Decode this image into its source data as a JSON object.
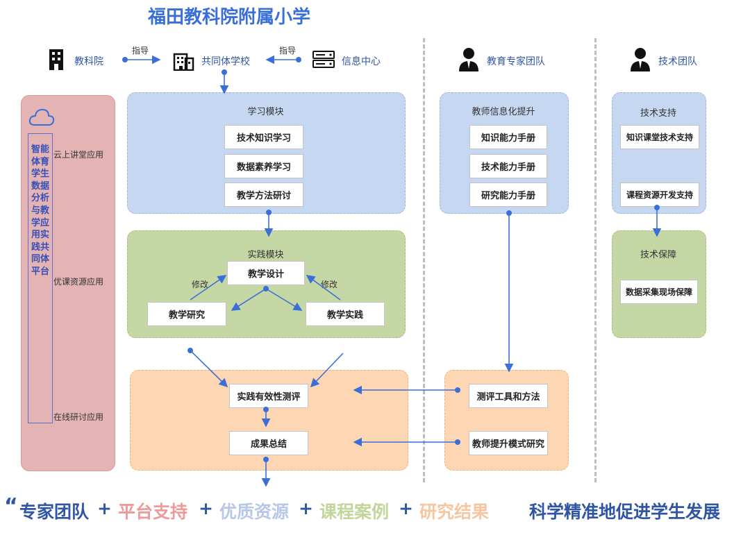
{
  "title": "福田教科院附属小学",
  "header": {
    "jiaokeyuan": "教科院",
    "gongtongti": "共同体学校",
    "xinxi": "信息中心",
    "guide_left": "指导",
    "guide_right": "指导",
    "expert_team": "教育专家团队",
    "tech_team": "技术团队"
  },
  "platform": {
    "title": "智能体育学生数据分析与教学应用实践共同体平台",
    "app1": "云上讲堂应用",
    "app2": "优课资源应用",
    "app3": "在线研讨应用"
  },
  "study": {
    "title": "学习模块",
    "items": [
      "技术知识学习",
      "数据素养学习",
      "教学方法研讨"
    ]
  },
  "practice": {
    "title": "实践模块",
    "design": "教学设计",
    "research": "教学研究",
    "practice": "教学实践",
    "modify_left": "修改",
    "modify_right": "修改"
  },
  "eval": {
    "measure": "实践有效性测评",
    "summary": "成果总结"
  },
  "teacher": {
    "title": "教师信息化提升",
    "items": [
      "知识能力手册",
      "技术能力手册",
      "研究能力手册"
    ],
    "tools": "测评工具和方法",
    "mode": "教师提升模式研究"
  },
  "tech": {
    "support_title": "技术支持",
    "support_items": [
      "知识课堂技术支持",
      "课程资源开发支持"
    ],
    "guarantee_title": "技术保障",
    "guarantee_item": "数据采集现场保障"
  },
  "bottom": {
    "quote": "“",
    "t1": "专家团队",
    "t2": "平台支持",
    "t3": "优质资源",
    "t4": "课程案例",
    "t5": "研究结果",
    "plus": "+",
    "slogan": "科学精准地促进学生发展"
  },
  "colors": {
    "accent": "#3a6fd8",
    "t2": "#ef9a9a",
    "t3": "#b7c7e8",
    "t4": "#c2d69b",
    "t5": "#f7c6a0"
  }
}
